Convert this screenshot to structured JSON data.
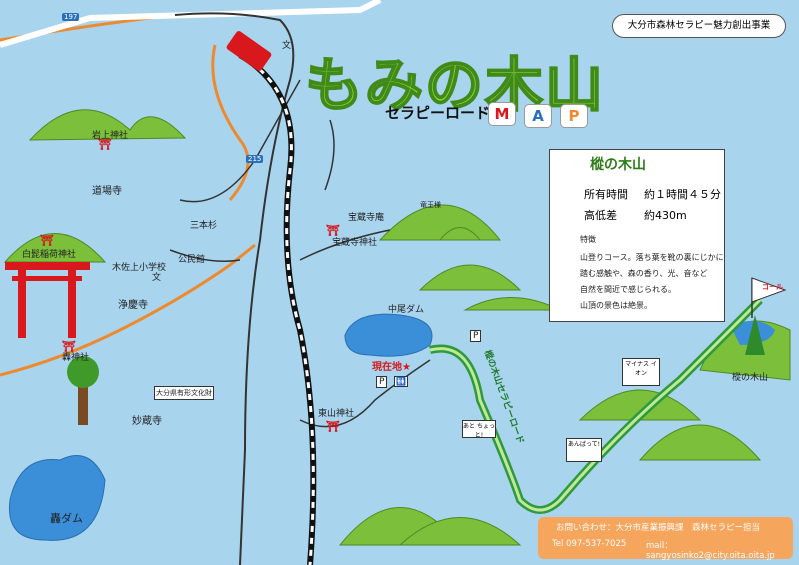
{
  "title": "もみの木山",
  "subtitle": "セラピーロード",
  "map_letters": [
    "M",
    "A",
    "P"
  ],
  "sponsor": "大分市森林セラピー魅力創出事業",
  "info": {
    "title": "樅の木山",
    "time_label": "所有時間",
    "time_value": "約１時間４５分",
    "elevation_label": "高低差",
    "elevation_value": "約430m",
    "feature_label": "特徴",
    "feature_lines": [
      "山登りコース。落ち葉を靴の裏にじかに",
      "踏む感触や、森の香り、光、音など",
      "自然を間近で感じられる。",
      "山頂の景色は絶景。"
    ]
  },
  "contact": {
    "line1": "お問い合わせ：大分市産業振興課　森林セラピー担当",
    "tel": "Tel 097-537-7025",
    "mail": "mail：sangyosinko2@city.oita.oita.jp"
  },
  "labels": {
    "iwagami": "岩上神社",
    "dojoji": "道場寺",
    "sanbonsugi": "三本杉",
    "shirahige": "白髭稲荷神社",
    "kisa_school": "木佐上小学校",
    "koenkan": "公民館",
    "jokeiji": "浄慶寺",
    "todoroki_shrine": "轟神社",
    "myozoji": "妙蔵寺",
    "todoroki_dam": "轟ダム",
    "hozo_an": "宝蔵寺庵",
    "ryuo": "竜王様",
    "hozoji_shrine": "宝蔵寺神社",
    "nakao_dam": "中尾ダム",
    "current": "現在地★",
    "higashiyama": "東山神社",
    "momi_peak": "樅の木山",
    "road_label": "樅の木山セラピーロード",
    "goal": "ゴール",
    "statue_sign": "大分県有形文化財",
    "bunkyo": "文",
    "parking": "P",
    "restroom": "🚻"
  },
  "roads": [
    "197",
    "215"
  ],
  "signs": {
    "s1": "あと ちょっと!",
    "s2": "あんばって!",
    "s3": "マイナス イオン"
  },
  "colors": {
    "sea": "#a9d4ee",
    "mountain": "#7bbf3a",
    "shrine": "#d8181c",
    "road_orange": "#ee8a2e",
    "trail": "#2e9a3a"
  }
}
